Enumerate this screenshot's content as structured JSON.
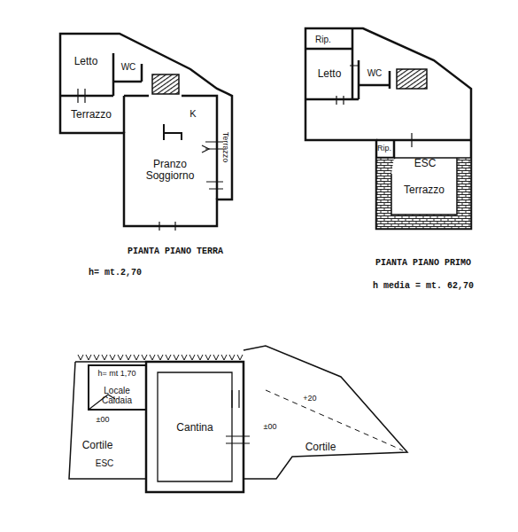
{
  "diagram": {
    "labels": [
      "Letto",
      "WC",
      "Terrazzo",
      "K",
      "Pranzo Soggiorno",
      "Terrazzo",
      "PIANTA PIANO TERRA",
      "h= mt.2,70",
      "Rip.",
      "Letto",
      "WC",
      "Rip.",
      "ESC",
      "Terrazzo",
      "PIANTA PIANO PRIMO",
      "h media = mt. 62,70",
      "h= mt 1,70",
      "Locale Caldaia",
      "Cantina",
      "Cortile",
      "ESC",
      "Cortile",
      "±00",
      "±00",
      "+20"
    ]
  }
}
